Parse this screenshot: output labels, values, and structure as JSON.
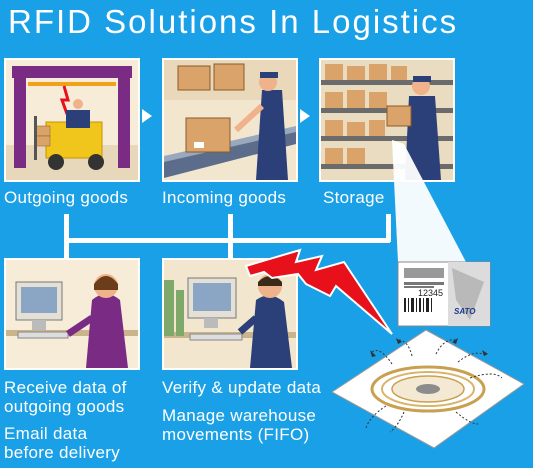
{
  "title": "RFID Solutions In Logistics",
  "panels": {
    "outgoing": "Outgoing goods",
    "incoming": "Incoming goods",
    "storage": "Storage"
  },
  "bottom_labels": {
    "receive_line1": "Receive data of",
    "receive_line2": "outgoing goods",
    "email_line1": "Email data",
    "email_line2": "before delivery",
    "verify": "Verify & update data",
    "manage_line1": "Manage warehouse",
    "manage_line2": "movements (FIFO)"
  },
  "label_tag": {
    "number": "12345",
    "brand": "SATO"
  },
  "colors": {
    "background": "#1aa0e6",
    "lightning": "#e8101a",
    "panel_bg": "#f7eedd"
  }
}
